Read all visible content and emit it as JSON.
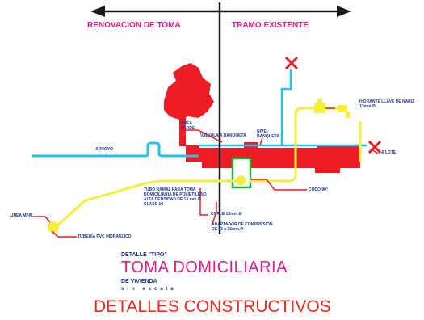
{
  "header": {
    "left_label": "RENOVACION DE TOMA",
    "right_label": "TRAMO EXISTENTE"
  },
  "labels": {
    "area_verde": "AREA VERDE",
    "nivel_banqueta": "NIVEL BANQUETA",
    "arroyo": "ARROYO",
    "valvula": "VALVULA A BANQUETA",
    "hidrante": "HIDRANTE LLAVE DE NARIZ 13mm.Ø",
    "a_lote": "A LOTE",
    "codo": "CODO 90°",
    "tubo": [
      "TUBO RAMAL PARA TOMA",
      "DOMICILIARIA DE POLIETILENO",
      "ALTA DENSIDAD DE 13 mm.Ø",
      "CLASE 10"
    ],
    "cople": "COPLE 13mm.Ø",
    "adaptador": [
      "ADAPTADOR DE COMPRESION",
      "DE 13 x 16mm.Ø"
    ],
    "linea": "LINEA MPAL.",
    "tuberia": "TUBERIA PVC HIDRAULICO"
  },
  "footer": {
    "detalle": "DETALLE \"TIPO\"",
    "title": "TOMA DOMICILIARIA",
    "de_vivienda": "DE VIVIENDA",
    "sin_escala": "sin escala",
    "section_title": "DETALLES CONSTRUCTIVOS"
  },
  "colors": {
    "ground": "#ee1c24",
    "water": "#22c4ee",
    "pipe": "#f5ee3a",
    "valve_box": "#1fb33a",
    "axis": "#1a1a1a",
    "label_blue": "#1e3aa0",
    "label_magenta": "#e0208a"
  },
  "icons": [
    "tree-icon",
    "close-icon",
    "arrow-icon"
  ]
}
